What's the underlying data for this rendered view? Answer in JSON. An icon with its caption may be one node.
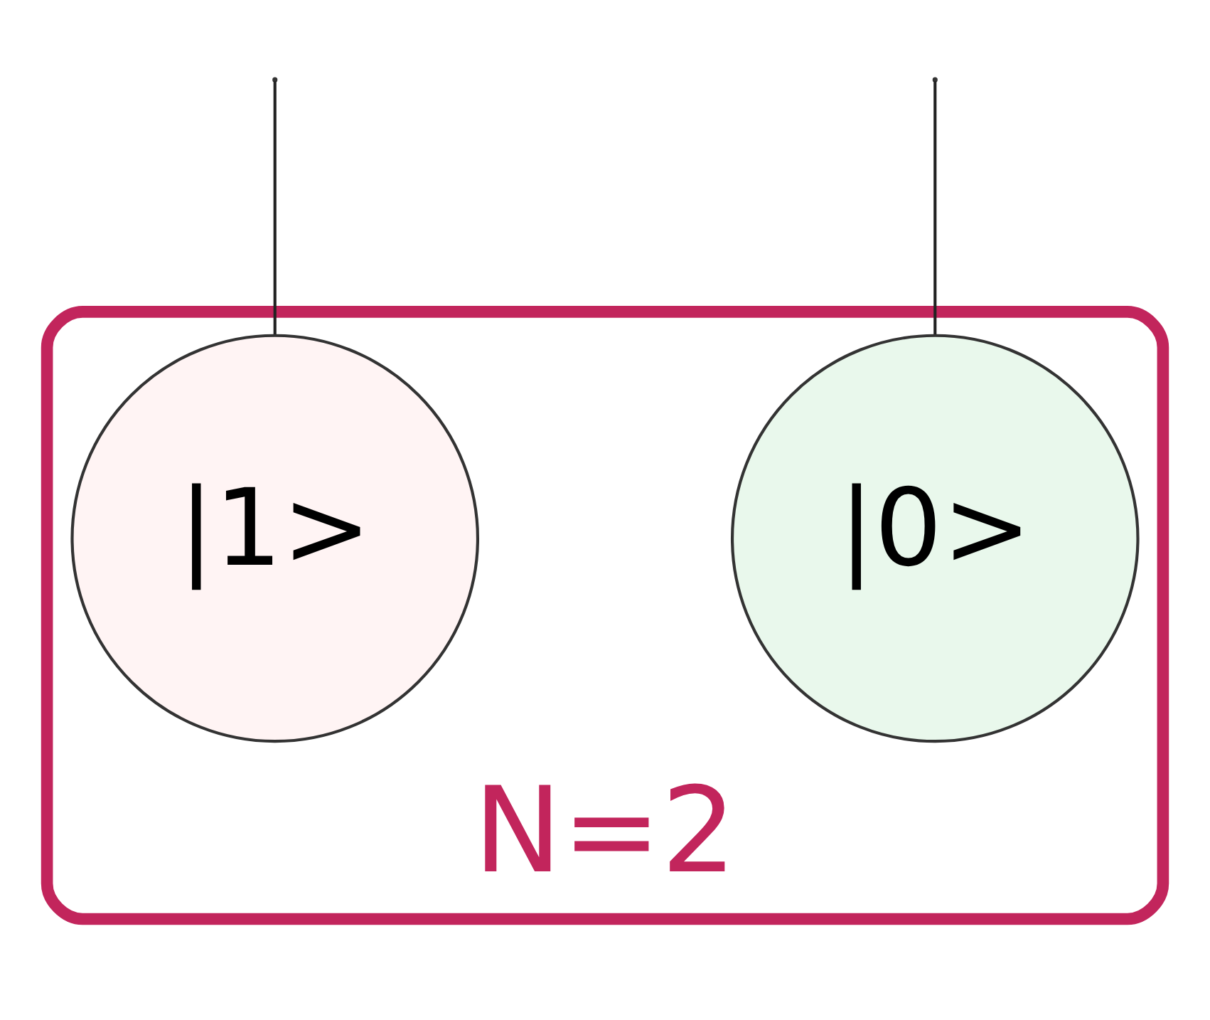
{
  "diagram": {
    "nodes": [
      {
        "text": [
          "N=2"
        ]
      },
      {
        "text": [
          "|1>"
        ],
        "in": 0
      },
      {
        "text": [
          "|0>"
        ],
        "in": 0
      }
    ],
    "edges": [
      {
        "from": null,
        "to": 1,
        "arrow": "none"
      },
      {
        "from": null,
        "to": 2,
        "arrow": "none"
      }
    ]
  }
}
